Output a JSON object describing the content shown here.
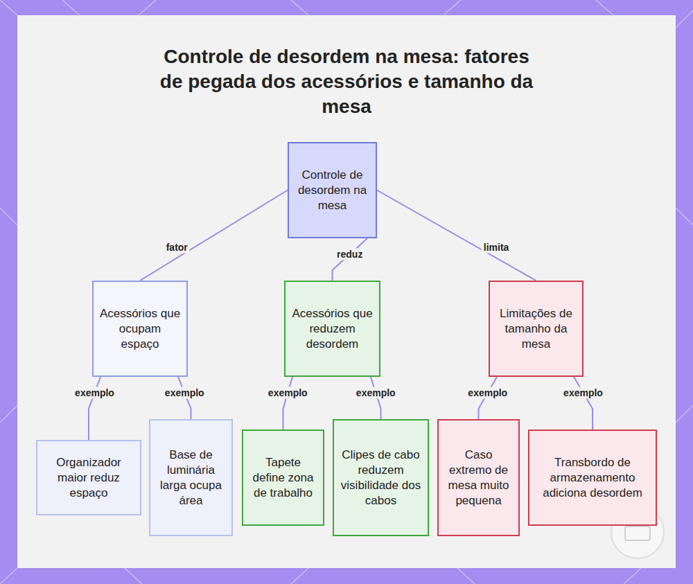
{
  "diagram": {
    "title": "Controle de desordem na mesa: fatores de pegada dos acessórios e tamanho da mesa",
    "nodes": [
      {
        "text": [
          "Controle de desordem na mesa"
        ]
      },
      {
        "text": [
          "Acessórios que ocupam espaço"
        ]
      },
      {
        "text": [
          "Acessórios que reduzem desordem"
        ]
      },
      {
        "text": [
          "Limitações de tamanho da mesa"
        ]
      },
      {
        "text": [
          "Organizador maior reduz espaço"
        ]
      },
      {
        "text": [
          "Base de luminária larga ocupa área"
        ]
      },
      {
        "text": [
          "Tapete define zona de trabalho"
        ]
      },
      {
        "text": [
          "Clipes de cabo reduzem visibilidade dos cabos"
        ]
      },
      {
        "text": [
          "Caso extremo de mesa muito pequena"
        ]
      },
      {
        "text": [
          "Transbordo de armazenamento adiciona desordem"
        ]
      }
    ],
    "edges": [
      {
        "from": 0,
        "to": 1,
        "label": "fator",
        "arrow": "none"
      },
      {
        "from": 0,
        "to": 2,
        "label": "reduz",
        "arrow": "none"
      },
      {
        "from": 0,
        "to": 3,
        "label": "limita",
        "arrow": "none"
      },
      {
        "from": 1,
        "to": 4,
        "label": "exemplo",
        "arrow": "none"
      },
      {
        "from": 1,
        "to": 5,
        "label": "exemplo",
        "arrow": "none"
      },
      {
        "from": 2,
        "to": 6,
        "label": "exemplo",
        "arrow": "none"
      },
      {
        "from": 2,
        "to": 7,
        "label": "exemplo",
        "arrow": "none"
      },
      {
        "from": 3,
        "to": 8,
        "label": "exemplo",
        "arrow": "none"
      },
      {
        "from": 3,
        "to": 9,
        "label": "exemplo",
        "arrow": "none"
      }
    ]
  }
}
